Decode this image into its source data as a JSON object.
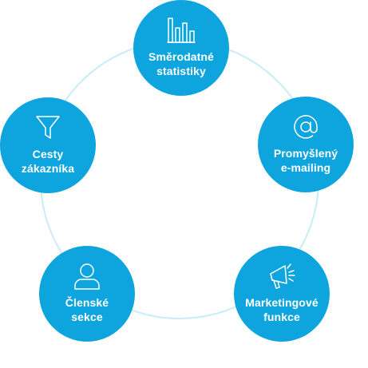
{
  "diagram": {
    "accent": "#0ea4de",
    "ring_color": "#c9ecf8",
    "nodes": [
      {
        "icon": "bar-chart-icon",
        "line1": "Směrodatné",
        "line2": "statistiky"
      },
      {
        "icon": "at-sign-icon",
        "line1": "Promyšlený",
        "line2": "e-mailing"
      },
      {
        "icon": "megaphone-icon",
        "line1": "Marketingové",
        "line2": "funkce"
      },
      {
        "icon": "user-icon",
        "line1": "Členské",
        "line2": "sekce"
      },
      {
        "icon": "funnel-icon",
        "line1": "Cesty",
        "line2": "zákazníka"
      }
    ]
  }
}
